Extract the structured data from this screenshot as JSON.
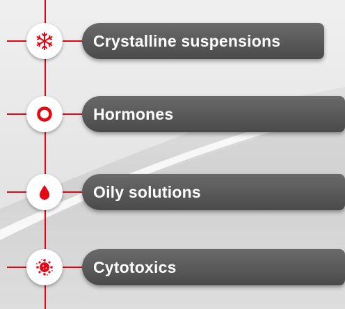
{
  "accent_color": "#e30613",
  "pill_color": "#585858",
  "items": [
    {
      "label": "Crystalline suspensions",
      "icon": "snowflake-icon"
    },
    {
      "label": "Hormones",
      "icon": "ring-icon"
    },
    {
      "label": "Oily solutions",
      "icon": "droplet-icon"
    },
    {
      "label": "Cytotoxics",
      "icon": "virus-cell-icon"
    }
  ]
}
